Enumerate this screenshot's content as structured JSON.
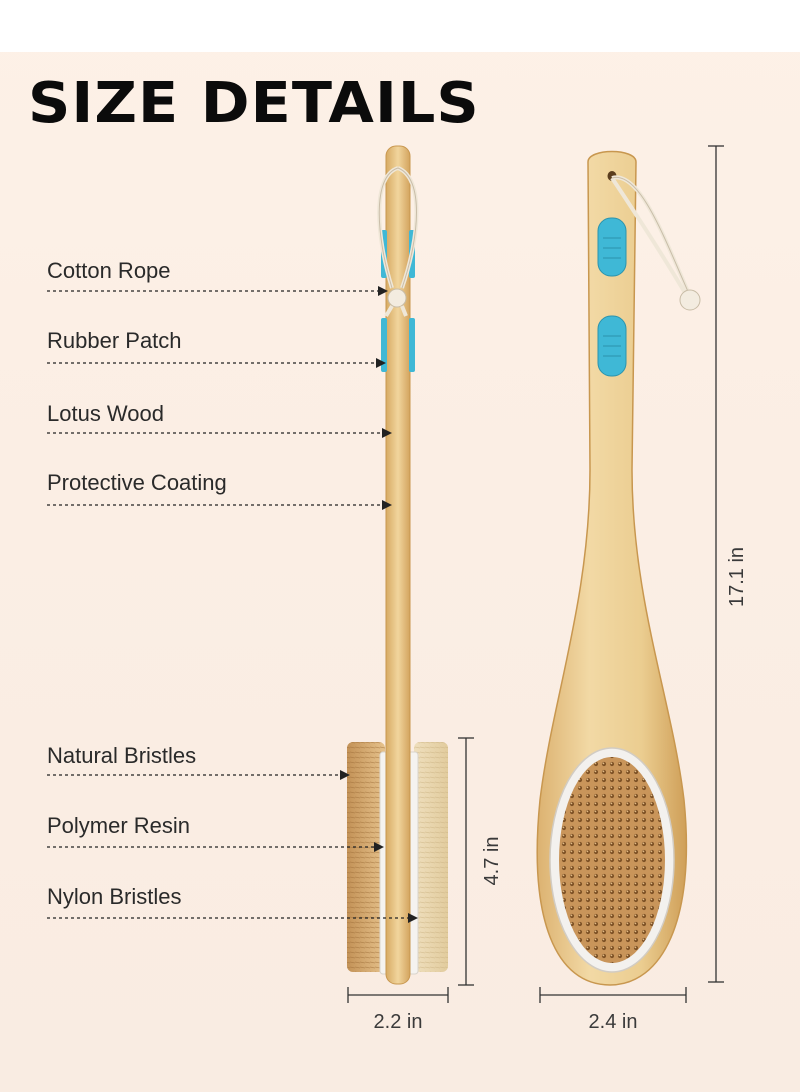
{
  "title": "SIZE DETAILS",
  "callouts": [
    {
      "label": "Cotton Rope"
    },
    {
      "label": "Rubber Patch"
    },
    {
      "label": "Lotus Wood"
    },
    {
      "label": "Protective Coating"
    },
    {
      "label": "Natural Bristles"
    },
    {
      "label": "Polymer Resin"
    },
    {
      "label": "Nylon Bristles"
    }
  ],
  "dimensions": {
    "total_length": "17.1 in",
    "head_length": "4.7 in",
    "side_width": "2.2 in",
    "front_width": "2.4 in"
  },
  "colors": {
    "wood": "#e9c98c",
    "wood_dark": "#c99a55",
    "rubber": "#3fb8d6",
    "bristle_natural": "#c89b62",
    "bristle_nylon": "#ead8b2",
    "resin": "#f3f1ee"
  }
}
